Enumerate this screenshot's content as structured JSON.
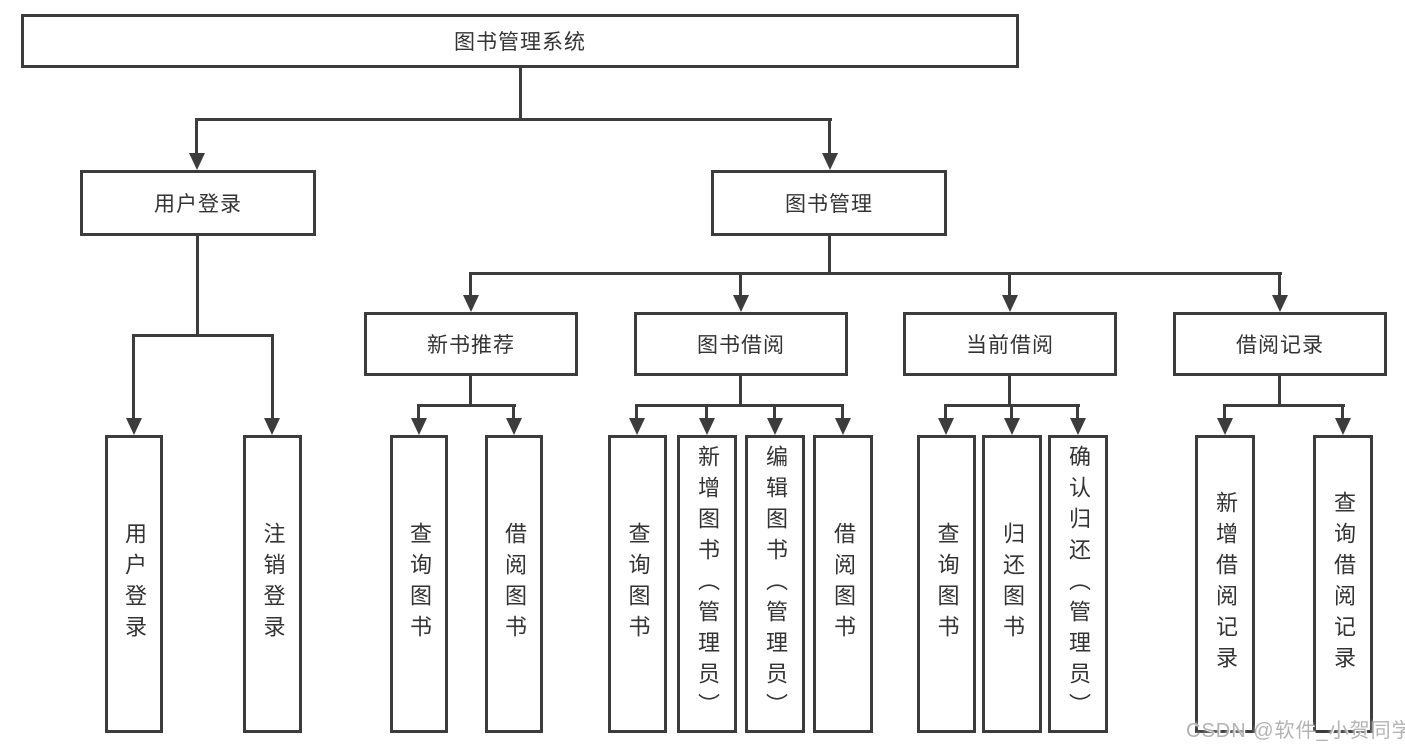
{
  "diagram": {
    "root": {
      "label": "图书管理系统"
    },
    "level2": [
      {
        "label": "用户登录"
      },
      {
        "label": "图书管理"
      }
    ],
    "level3": [
      {
        "label": "新书推荐"
      },
      {
        "label": "图书借阅"
      },
      {
        "label": "当前借阅"
      },
      {
        "label": "借阅记录"
      }
    ],
    "leaves": [
      {
        "label": "用户登录"
      },
      {
        "label": "注销登录"
      },
      {
        "label": "查询图书"
      },
      {
        "label": "借阅图书"
      },
      {
        "label": "查询图书"
      },
      {
        "label": "新增图书（管理员）"
      },
      {
        "label": "编辑图书（管理员）"
      },
      {
        "label": "借阅图书"
      },
      {
        "label": "查询图书"
      },
      {
        "label": "归还图书"
      },
      {
        "label": "确认归还（管理员）"
      },
      {
        "label": "新增借阅记录"
      },
      {
        "label": "查询借阅记录"
      }
    ],
    "watermark": "CSDN @软件_小贺同学",
    "colors": {
      "line": "#3c3c3c",
      "text": "#333333",
      "watermark": "#b3b3b3",
      "background": "#ffffff"
    }
  }
}
